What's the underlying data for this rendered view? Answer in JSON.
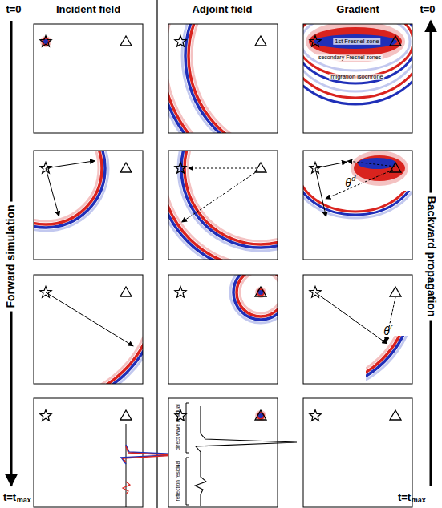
{
  "diagram": {
    "labels": [
      "t=0",
      "Incident field",
      "Adjoint field",
      "Gradient",
      "t=0",
      "Forward simulation",
      "Backward propagation",
      "1st Fresnel zone",
      "secondary Fresnel zones",
      "migration isochrone",
      "θ",
      "d",
      "θ",
      "r",
      "direct wave residual",
      "reflection residual",
      "t=t",
      "max",
      "t=t",
      "max"
    ]
  }
}
